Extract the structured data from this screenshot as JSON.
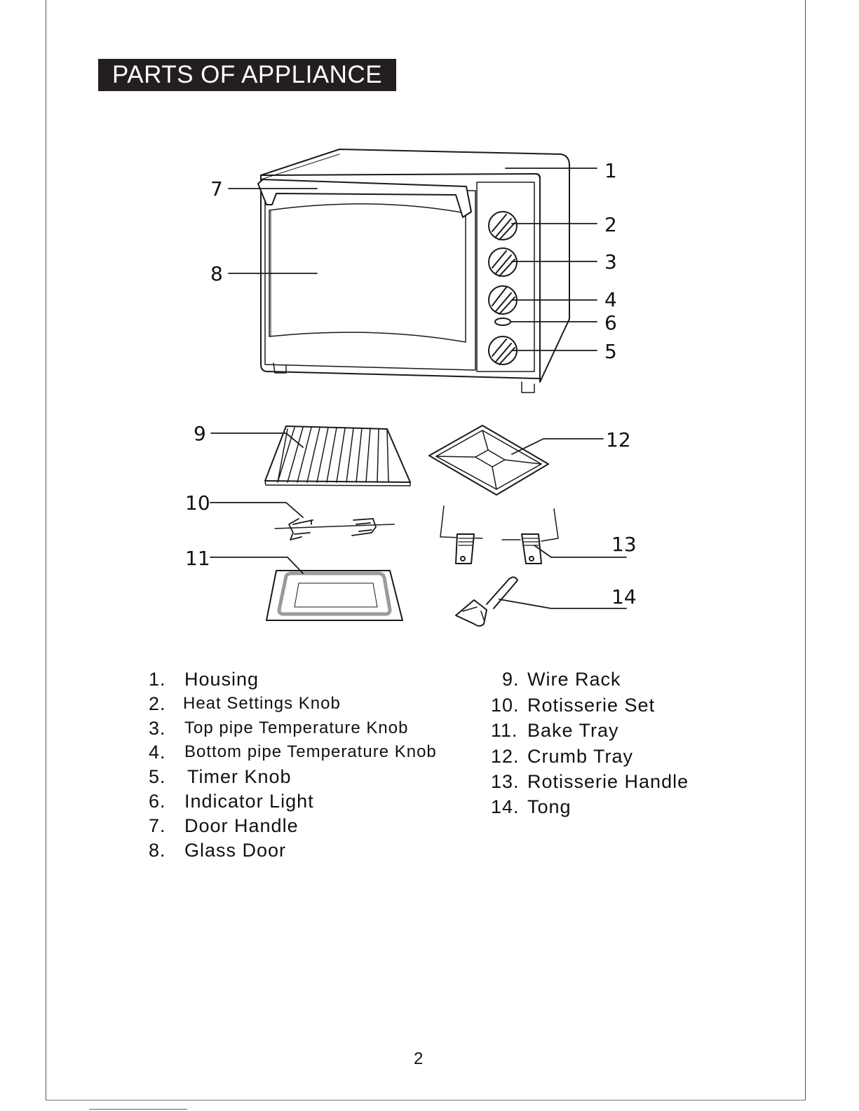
{
  "title": "PARTS OF APPLIANCE",
  "callouts": [
    "1",
    "2",
    "3",
    "4",
    "6",
    "5",
    "7",
    "8",
    "9",
    "10",
    "11",
    "12",
    "13",
    "14"
  ],
  "parts_left": [
    {
      "num": "1.",
      "label": "Housing"
    },
    {
      "num": "2.",
      "label": "Heat Settings Knob"
    },
    {
      "num": "3.",
      "label": "Top pipe Temperature Knob"
    },
    {
      "num": "4.",
      "label": "Bottom pipe Temperature Knob"
    },
    {
      "num": "5.",
      "label": "Timer Knob"
    },
    {
      "num": "6.",
      "label": "Indicator Light"
    },
    {
      "num": "7.",
      "label": "Door Handle"
    },
    {
      "num": "8.",
      "label": "Glass Door"
    }
  ],
  "parts_right": [
    {
      "num": "9.",
      "label": "Wire Rack"
    },
    {
      "num": "10.",
      "label": "Rotisserie Set"
    },
    {
      "num": "11.",
      "label": "Bake Tray"
    },
    {
      "num": "12.",
      "label": "Crumb Tray"
    },
    {
      "num": "13.",
      "label": "Rotisserie Handle"
    },
    {
      "num": "14.",
      "label": "Tong"
    }
  ],
  "page_number": "2"
}
